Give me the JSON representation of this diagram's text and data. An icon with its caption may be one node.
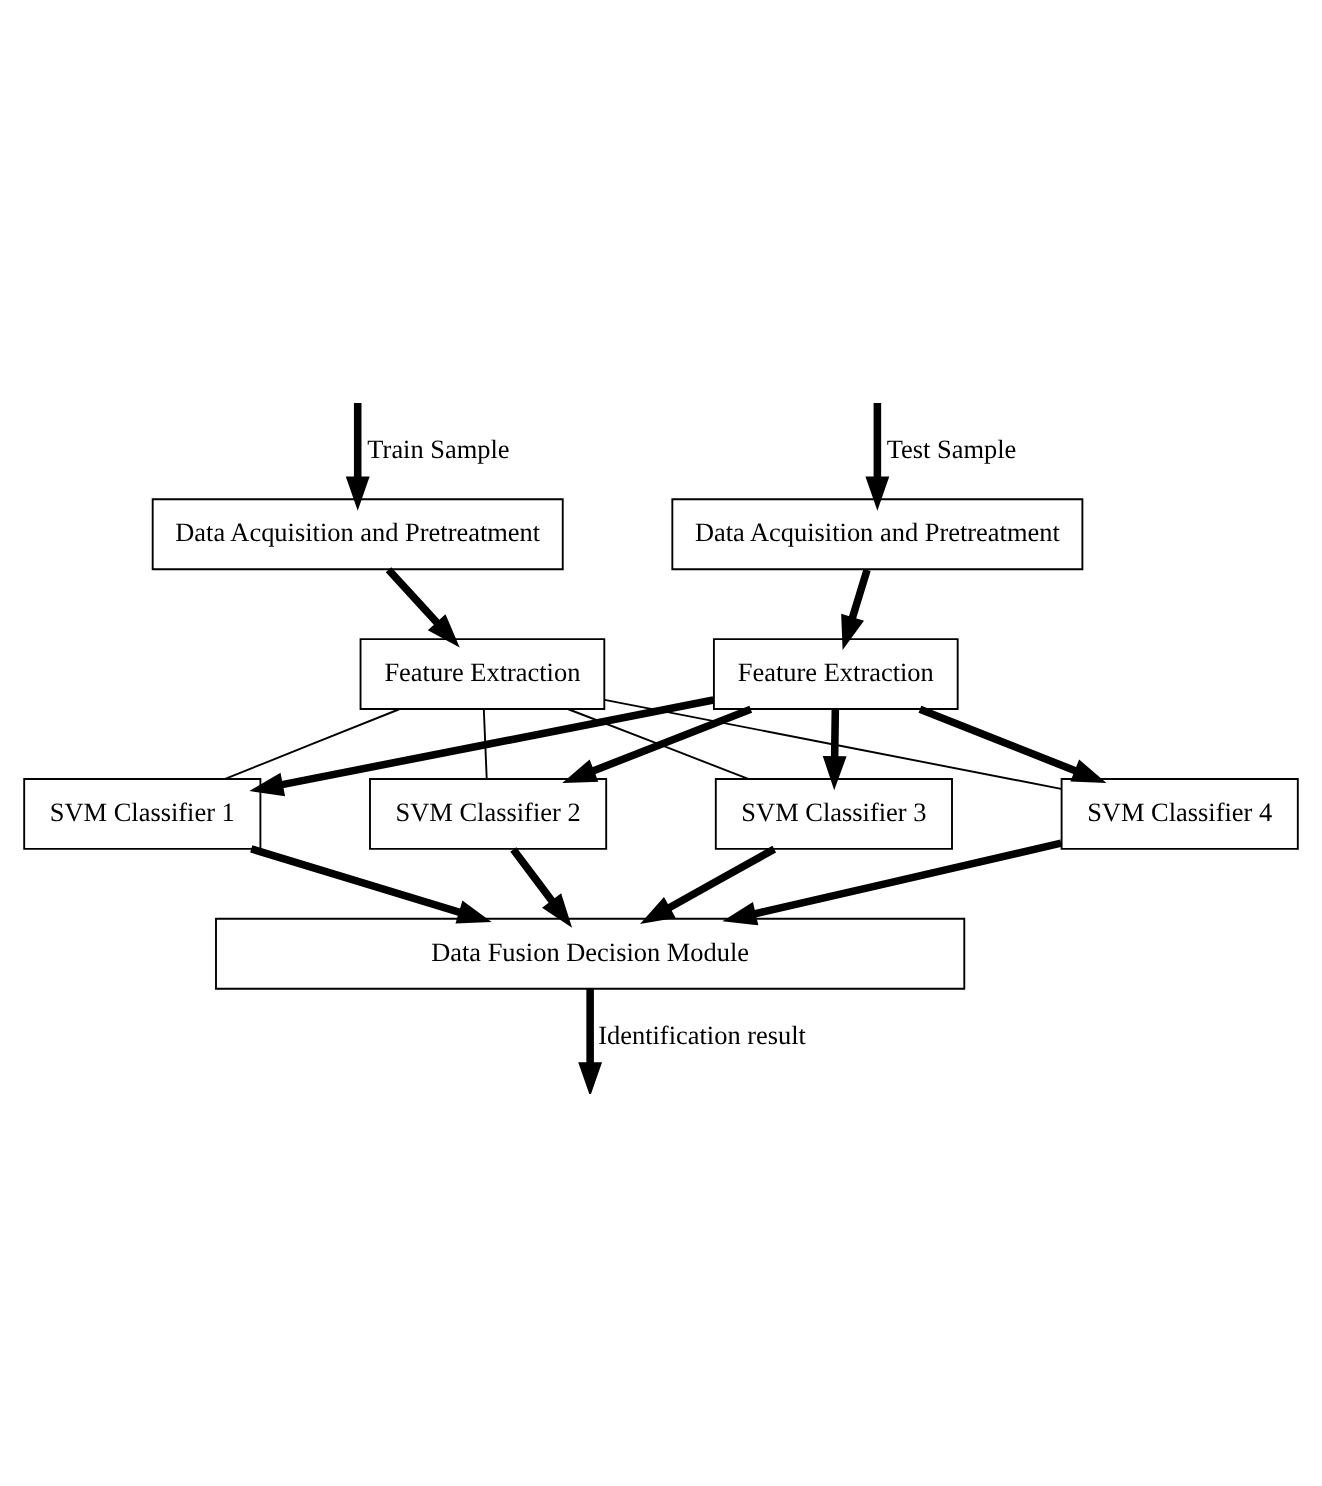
{
  "diagram": {
    "nodes": [
      {
        "text": [
          "Data Acquisition and Pretreatment"
        ]
      },
      {
        "text": [
          "Data Acquisition and Pretreatment"
        ]
      },
      {
        "text": [
          "Feature Extraction"
        ]
      },
      {
        "text": [
          "Feature Extraction"
        ]
      },
      {
        "text": [
          "SVM Classifier 1"
        ]
      },
      {
        "text": [
          "SVM Classifier 2"
        ]
      },
      {
        "text": [
          "SVM Classifier 3"
        ]
      },
      {
        "text": [
          "SVM Classifier 4"
        ]
      },
      {
        "text": [
          "Data Fusion Decision Module"
        ]
      }
    ],
    "edges": [
      {
        "from": null,
        "to": 0,
        "arrow": "to",
        "label": "Train Sample"
      },
      {
        "from": null,
        "to": 1,
        "arrow": "to",
        "label": "Test Sample"
      },
      {
        "from": 0,
        "to": 2,
        "arrow": "to"
      },
      {
        "from": 1,
        "to": 3,
        "arrow": "to"
      },
      {
        "from": 3,
        "to": 4,
        "arrow": "to"
      },
      {
        "from": 3,
        "to": 5,
        "arrow": "to"
      },
      {
        "from": 3,
        "to": 6,
        "arrow": "to"
      },
      {
        "from": 3,
        "to": 7,
        "arrow": "to"
      },
      {
        "from": 2,
        "to": 4,
        "arrow": "none"
      },
      {
        "from": 2,
        "to": 5,
        "arrow": "none"
      },
      {
        "from": 2,
        "to": 6,
        "arrow": "none"
      },
      {
        "from": 2,
        "to": 7,
        "arrow": "none"
      },
      {
        "from": 4,
        "to": 8,
        "arrow": "to"
      },
      {
        "from": 5,
        "to": 8,
        "arrow": "to"
      },
      {
        "from": 6,
        "to": 8,
        "arrow": "to"
      },
      {
        "from": 7,
        "to": 8,
        "arrow": "to"
      },
      {
        "from": 8,
        "to": null,
        "arrow": "to",
        "label": "Identification result"
      }
    ]
  }
}
